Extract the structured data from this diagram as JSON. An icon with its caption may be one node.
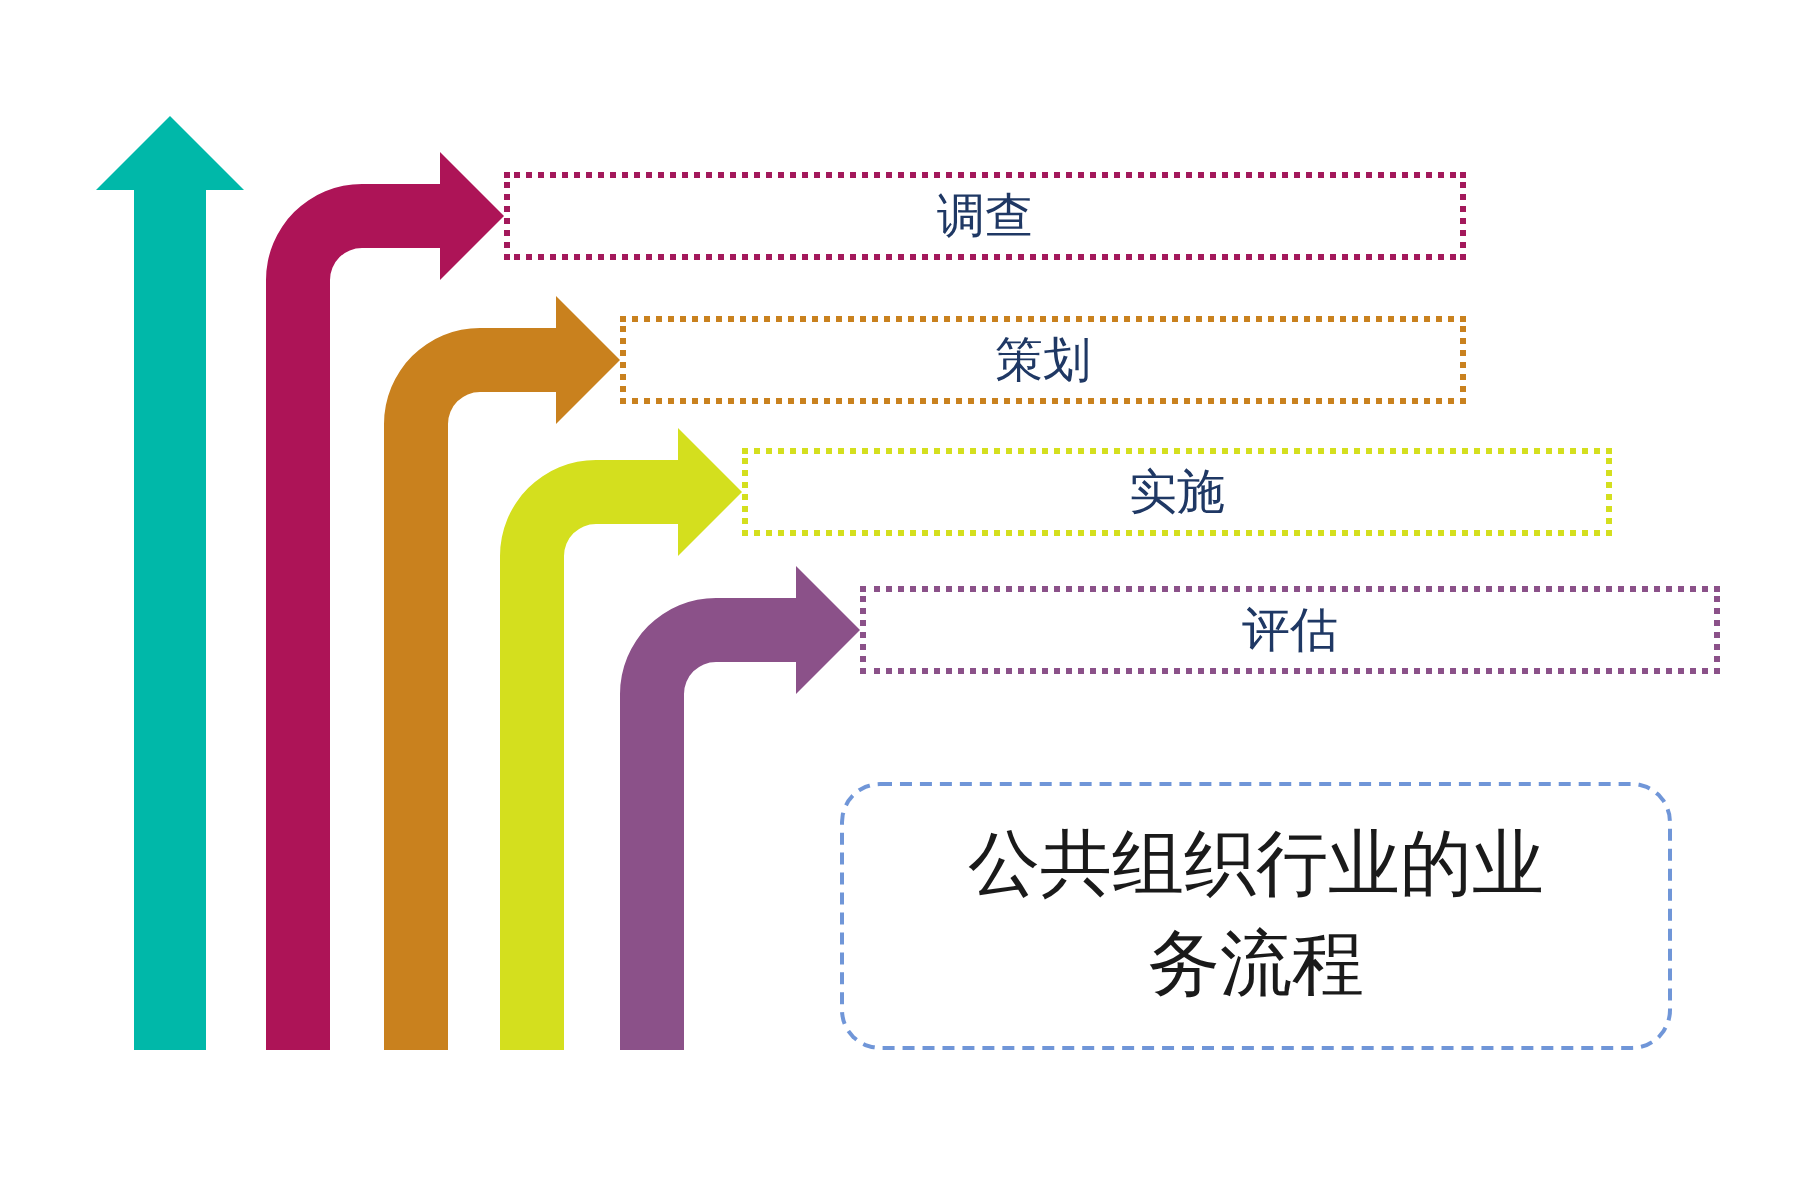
{
  "diagram": {
    "nodes": [
      {
        "text": [
          "调查"
        ]
      },
      {
        "text": [
          "策划"
        ]
      },
      {
        "text": [
          "实施"
        ]
      },
      {
        "text": [
          "评估"
        ]
      },
      {
        "text": [
          "公共组织行业的业务流程"
        ]
      }
    ],
    "edges": [
      {
        "from": null,
        "to": 0,
        "arrow": "to",
        "style": "thick",
        "color": "#ad1457"
      },
      {
        "from": null,
        "to": 1,
        "arrow": "to",
        "style": "thick",
        "color": "#c9811e"
      },
      {
        "from": null,
        "to": 2,
        "arrow": "to",
        "style": "thick",
        "color": "#d4df1e"
      },
      {
        "from": null,
        "to": 3,
        "arrow": "to",
        "style": "thick",
        "color": "#8b5189"
      }
    ]
  }
}
